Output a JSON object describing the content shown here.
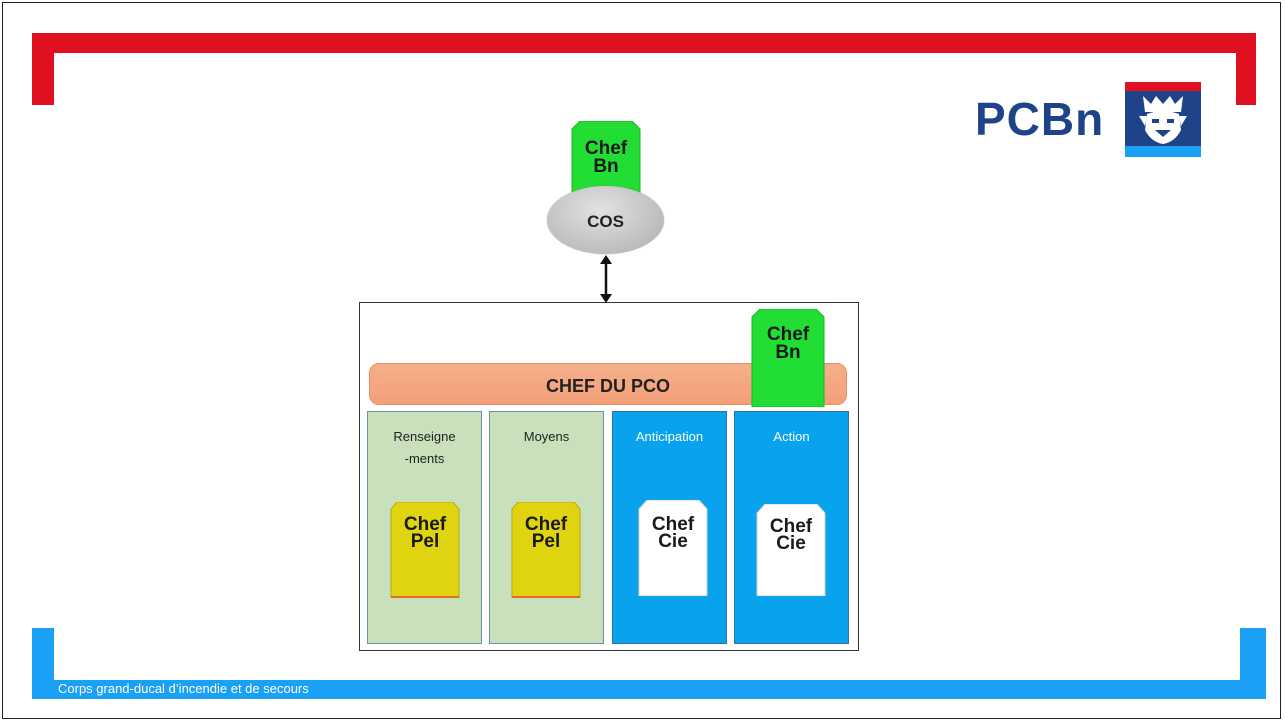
{
  "brand": {
    "logo_text": "PCBn",
    "footer_text": "Corps grand-ducal d’incendie et de secours",
    "colors": {
      "red": "#e01020",
      "blue": "#1aa0f5",
      "navy": "#1e4388"
    }
  },
  "diagram": {
    "top_badge": {
      "line1": "Chef",
      "line2": "Bn",
      "color": "#22dd33"
    },
    "oval_label": "COS",
    "connector": "double-arrow",
    "pco_label": "CHEF DU PCO",
    "pco_badge": {
      "line1": "Chef",
      "line2": "Bn",
      "color": "#22dd33"
    },
    "cells": [
      {
        "label": "Renseigne\n-ments",
        "badge_line1": "Chef",
        "badge_line2": "Pel",
        "badge_color": "#e0d410"
      },
      {
        "label": "Moyens",
        "badge_line1": "Chef",
        "badge_line2": "Pel",
        "badge_color": "#e0d410"
      },
      {
        "label": "Anticipation",
        "badge_line1": "Chef",
        "badge_line2": "Cie",
        "badge_color": "#ffffff"
      },
      {
        "label": "Action",
        "badge_line1": "Chef",
        "badge_line2": "Cie",
        "badge_color": "#ffffff"
      }
    ]
  }
}
